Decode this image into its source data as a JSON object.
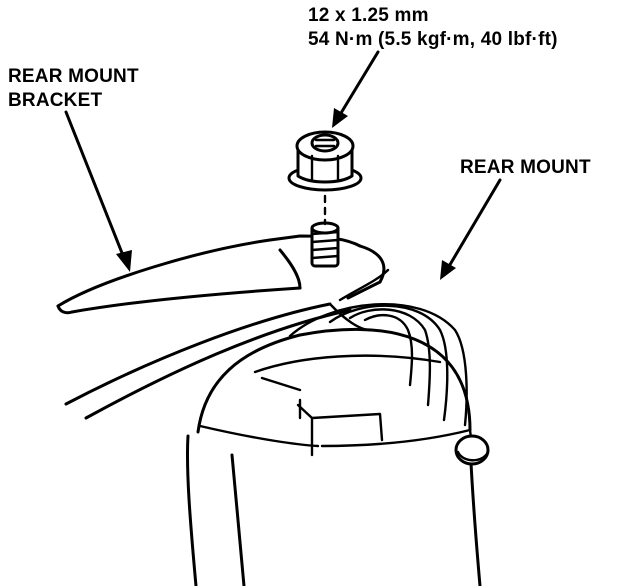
{
  "labels": {
    "fastener_size": "12 x 1.25 mm",
    "torque_spec": "54 N·m (5.5 kgf·m, 40 lbf·ft)",
    "bracket_line1": "REAR MOUNT",
    "bracket_line2": "BRACKET",
    "mount": "REAR MOUNT"
  },
  "colors": {
    "ink": "#000000",
    "paper": "#ffffff"
  }
}
